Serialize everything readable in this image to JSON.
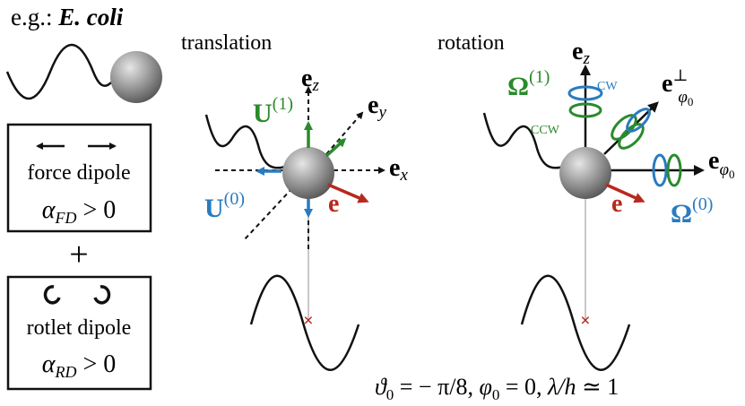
{
  "header": {
    "prefix": "e.g.: ",
    "organism": "E. coli"
  },
  "force_box": {
    "label": "force dipole",
    "param": "α",
    "param_sub": "FD",
    "relation": " > 0"
  },
  "plus": "+",
  "rotlet_box": {
    "label": "rotlet dipole",
    "param": "α",
    "param_sub": "RD",
    "relation": " > 0"
  },
  "translation": {
    "title": "translation",
    "ez": "e",
    "ez_sub": "z",
    "ey": "e",
    "ey_sub": "y",
    "ex": "e",
    "ex_sub": "x",
    "e": "e",
    "U1": "U",
    "U1_sup": "(1)",
    "U0": "U",
    "U0_sup": "(0)"
  },
  "rotation": {
    "title": "rotation",
    "ez": "e",
    "ez_sub": "z",
    "ephi_perp": "e",
    "ephi_perp_sup": "⊥",
    "ephi_perp_sub": "φ",
    "ephi_perp_subsub": "0",
    "ephi": "e",
    "ephi_sub": "φ",
    "ephi_subsub": "0",
    "e": "e",
    "Omega1": "Ω",
    "Omega1_sup": "(1)",
    "Omega0": "Ω",
    "Omega0_sup": "(0)",
    "cw": "CW",
    "ccw": "CCW"
  },
  "params": {
    "theta": "ϑ",
    "theta_sub": "0",
    "theta_val": " = − π/8,  ",
    "phi": "φ",
    "phi_sub": "0",
    "phi_val": " = 0,  ",
    "ratio": "λ/h",
    "ratio_val": " ≃ 1"
  },
  "colors": {
    "green": "#2b8a2b",
    "blue": "#2a7bbf",
    "red": "#b8291d",
    "black": "#111111"
  }
}
